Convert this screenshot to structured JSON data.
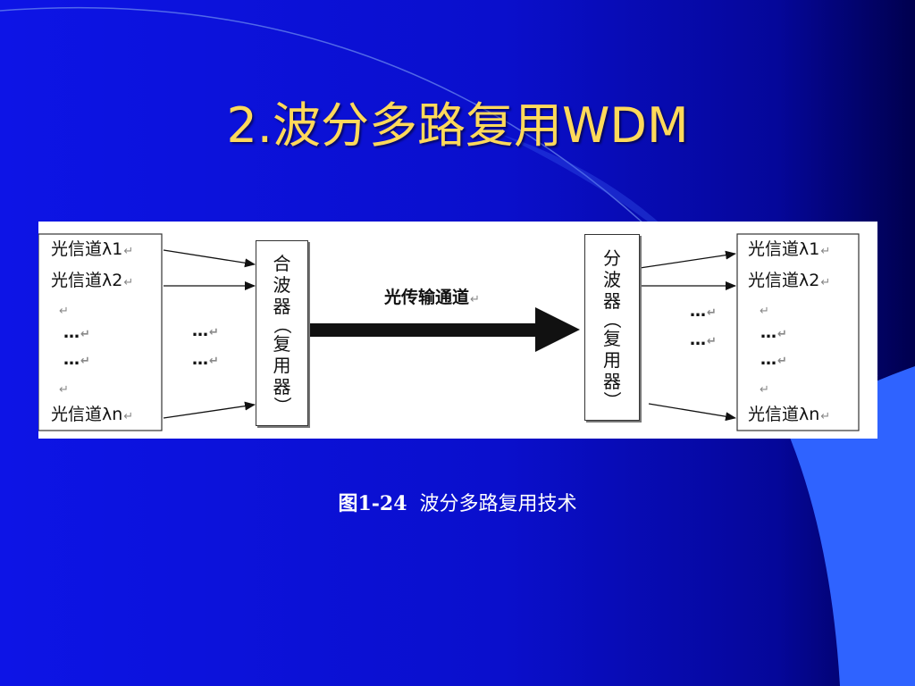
{
  "title": "2.波分多路复用WDM",
  "caption": {
    "figure_number": "图1-24",
    "text": "波分多路复用技术"
  },
  "diagram": {
    "left_channels": [
      "光信道λ1",
      "光信道λ2",
      "光信道λn"
    ],
    "right_channels": [
      "光信道λ1",
      "光信道λ2",
      "光信道λn"
    ],
    "ellipsis": "…",
    "multiplexer_chars": [
      "合",
      "波",
      "器",
      "（",
      "复",
      "用",
      "器",
      "）"
    ],
    "demultiplexer_chars": [
      "分",
      "波",
      "器",
      "（",
      "复",
      "用",
      "器",
      "）"
    ],
    "channel_label": "光传输通道",
    "return_mark": "↵"
  },
  "colors": {
    "title": "#ffd95a",
    "background_dark": "#00006a",
    "background_mid": "#0b0fd6",
    "accent_shape": "#2f63ff"
  }
}
